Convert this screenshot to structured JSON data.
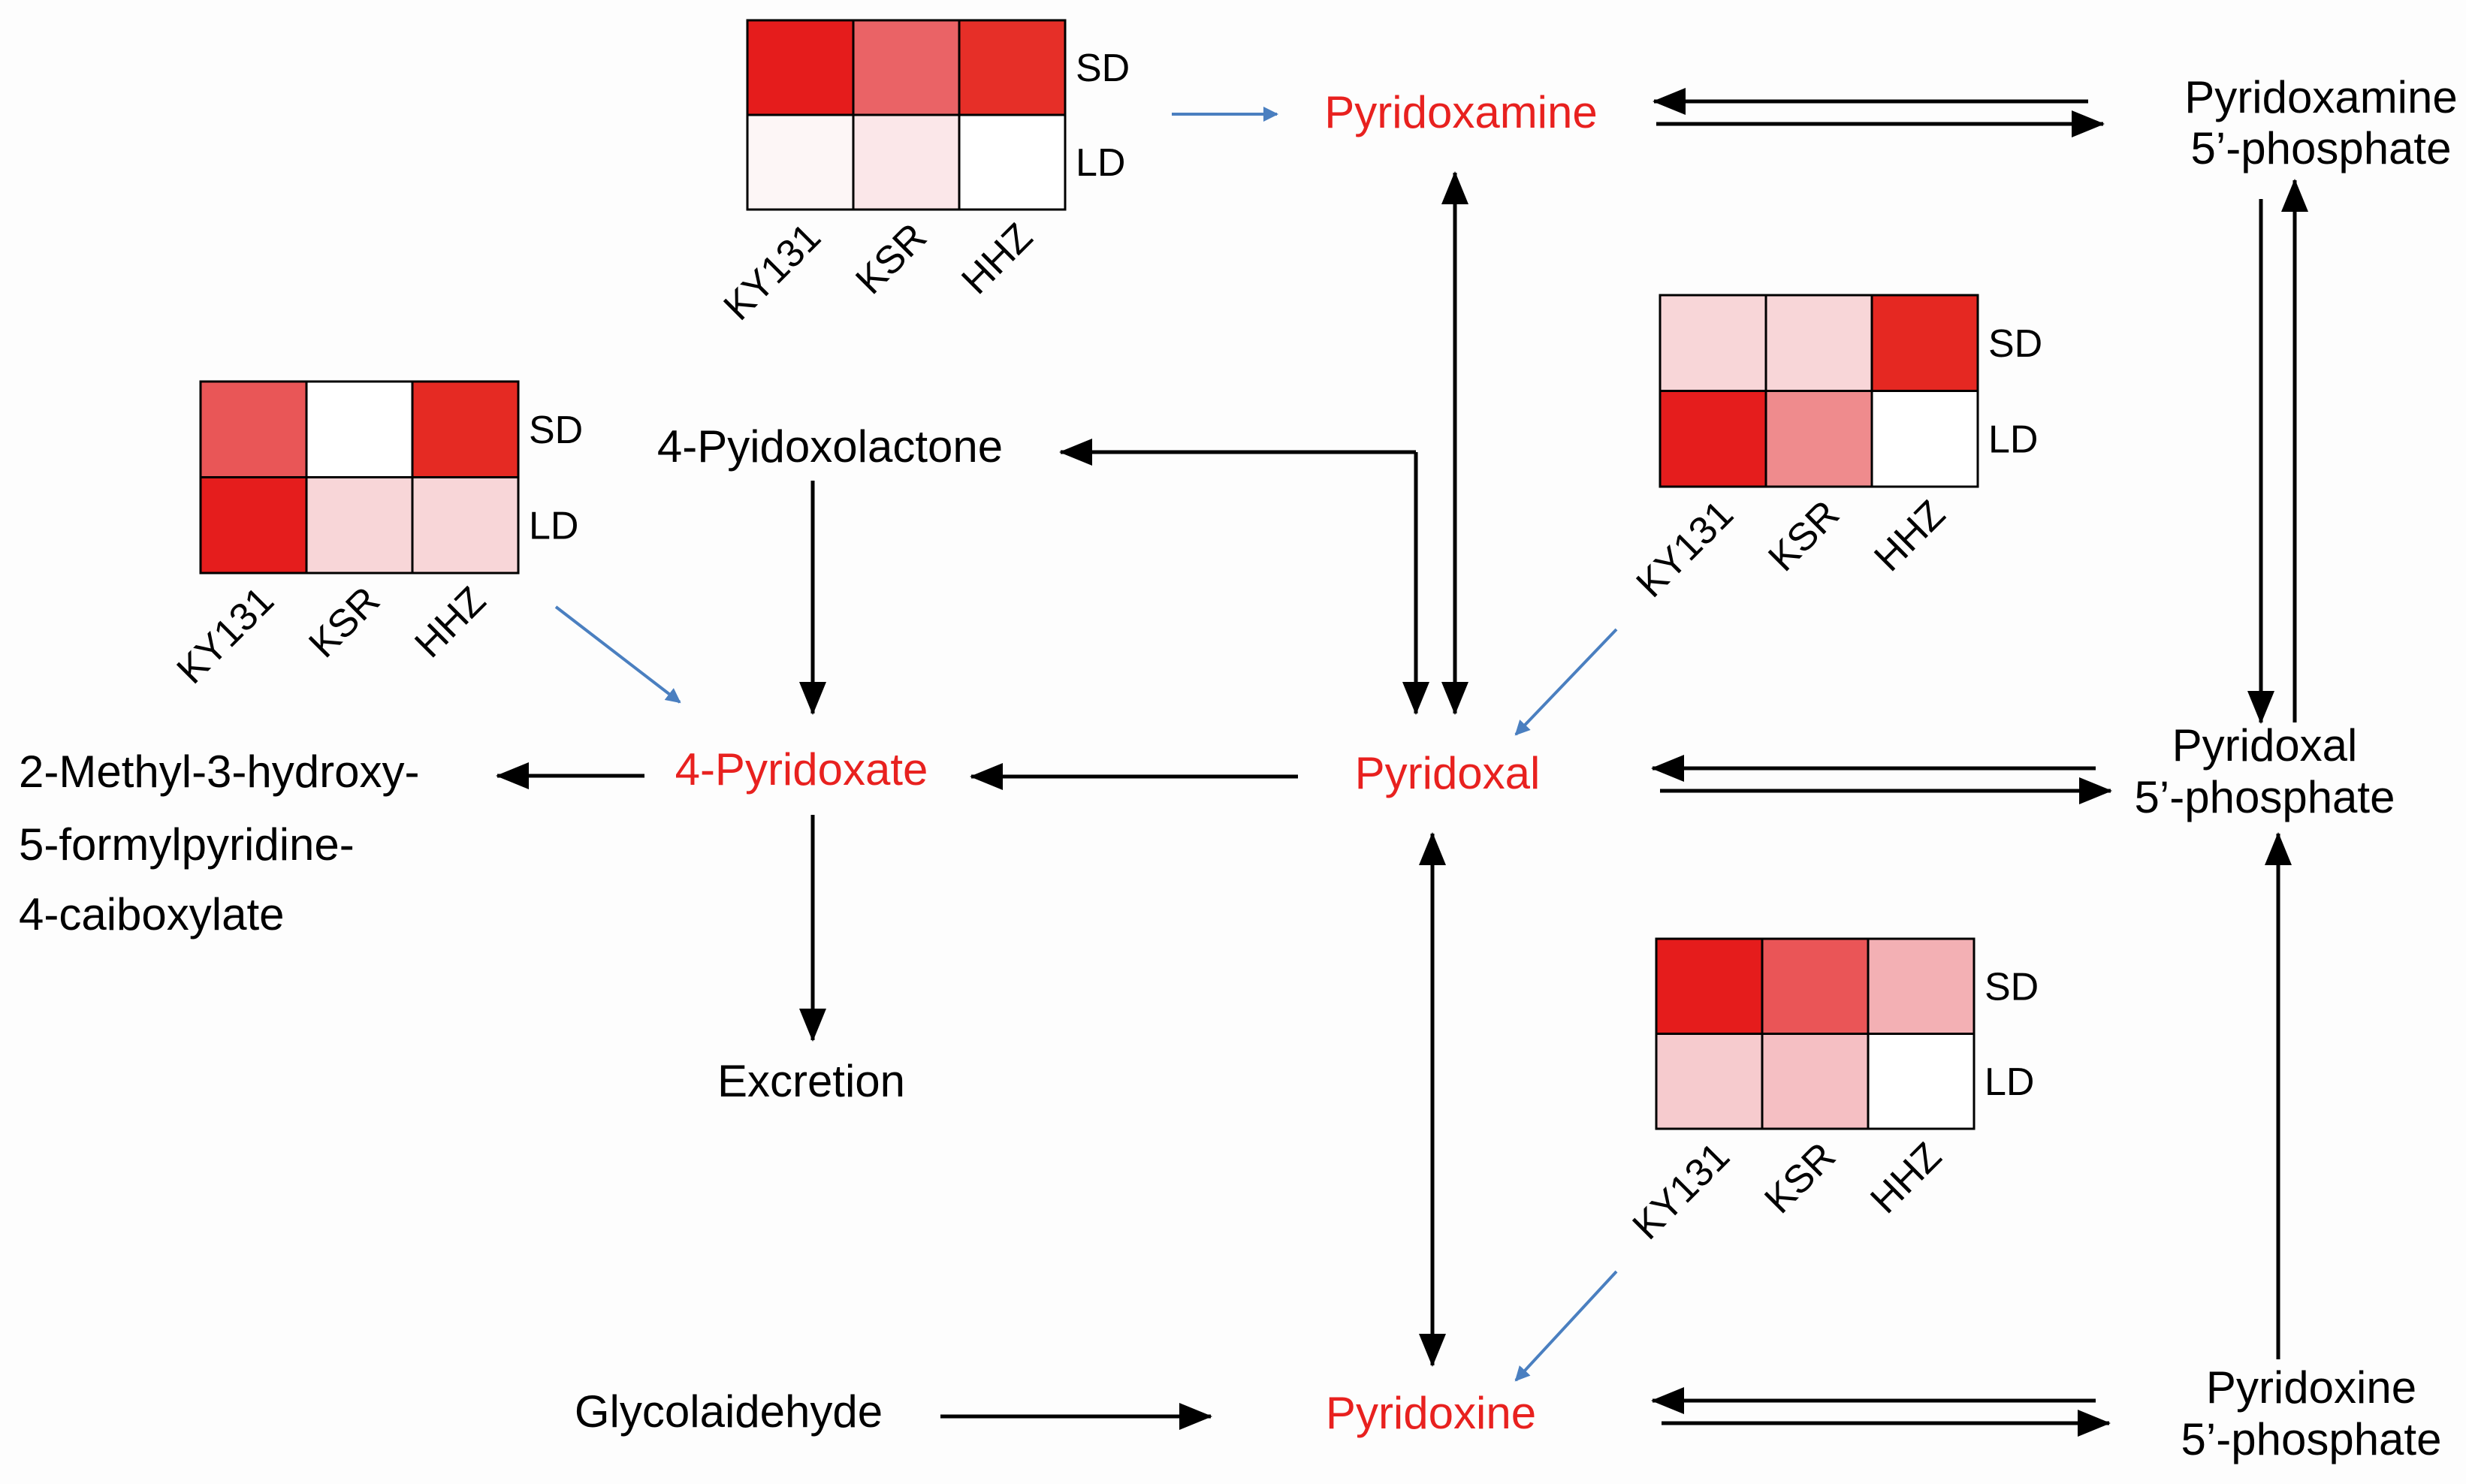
{
  "colors": {
    "highlight_text": "#e8211f",
    "arrow_black": "#000000",
    "arrow_blue": "#4a7fc0"
  },
  "compounds": {
    "pyridoxamine": "Pyridoxamine",
    "pmp_line1": "Pyridoxamine",
    "pmp_line2": "5’-phosphate",
    "pyidoxolactone": "4-Pyidoxolactone",
    "pyridoxate": "4-Pyridoxate",
    "pyridoxal": "Pyridoxal",
    "plp_line1": "Pyridoxal",
    "plp_line2": "5’-phosphate",
    "methyl_line1": "2-Methyl-3-hydroxy-",
    "methyl_line2": "5-formylpyridine-",
    "methyl_line3": "4-caiboxylate",
    "excretion": "Excretion",
    "glycolaldehyde": "Glycolaidehyde",
    "pyridoxine": "Pyridoxine",
    "pnp_line1": "Pyridoxine",
    "pnp_line2": "5’-phosphate"
  },
  "heatmaps": [
    {
      "id": "pyridoxamine",
      "rows": [
        "SD",
        "LD"
      ],
      "cols": [
        "KY131",
        "KSR",
        "HHZ"
      ],
      "colors": [
        [
          "#e51c1c",
          "#ea6366",
          "#e62f28"
        ],
        [
          "#fdf6f6",
          "#fbe7e9",
          "#ffffff"
        ]
      ]
    },
    {
      "id": "pyridoxate",
      "rows": [
        "SD",
        "LD"
      ],
      "cols": [
        "KY131",
        "KSR",
        "HHZ"
      ],
      "colors": [
        [
          "#e95657",
          "#ffffff",
          "#e52a23"
        ],
        [
          "#e51d1d",
          "#f8d6d8",
          "#f8d6d8"
        ]
      ]
    },
    {
      "id": "pyridoxal",
      "rows": [
        "SD",
        "LD"
      ],
      "cols": [
        "KY131",
        "KSR",
        "HHZ"
      ],
      "colors": [
        [
          "#f8d6d8",
          "#f8d6d8",
          "#e52822"
        ],
        [
          "#e51d1d",
          "#ef8b8d",
          "#ffffff"
        ]
      ]
    },
    {
      "id": "pyridoxine",
      "rows": [
        "SD",
        "LD"
      ],
      "cols": [
        "KY131",
        "KSR",
        "HHZ"
      ],
      "colors": [
        [
          "#e51c1c",
          "#ea5557",
          "#f3b0b4"
        ],
        [
          "#f6cbce",
          "#f5bfc3",
          "#ffffff"
        ]
      ]
    }
  ]
}
